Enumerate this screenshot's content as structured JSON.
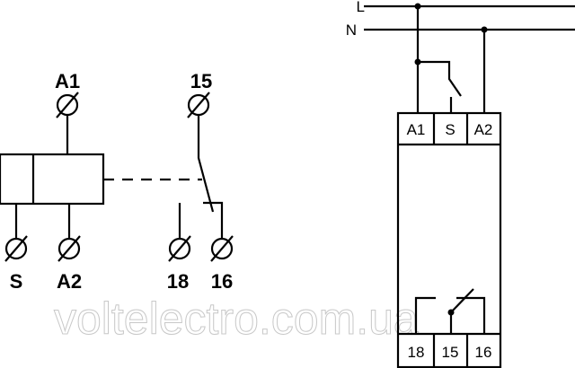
{
  "schematic": {
    "coil_terminals": [
      "A1",
      "S",
      "A2"
    ],
    "contact_terminals": [
      "15",
      "18",
      "16"
    ]
  },
  "wiring": {
    "lines": [
      "L",
      "N"
    ],
    "top_terminals": [
      "A1",
      "S",
      "A2"
    ],
    "bottom_terminals": [
      "18",
      "15",
      "16"
    ]
  },
  "watermark": "voltelectro.com.ua"
}
